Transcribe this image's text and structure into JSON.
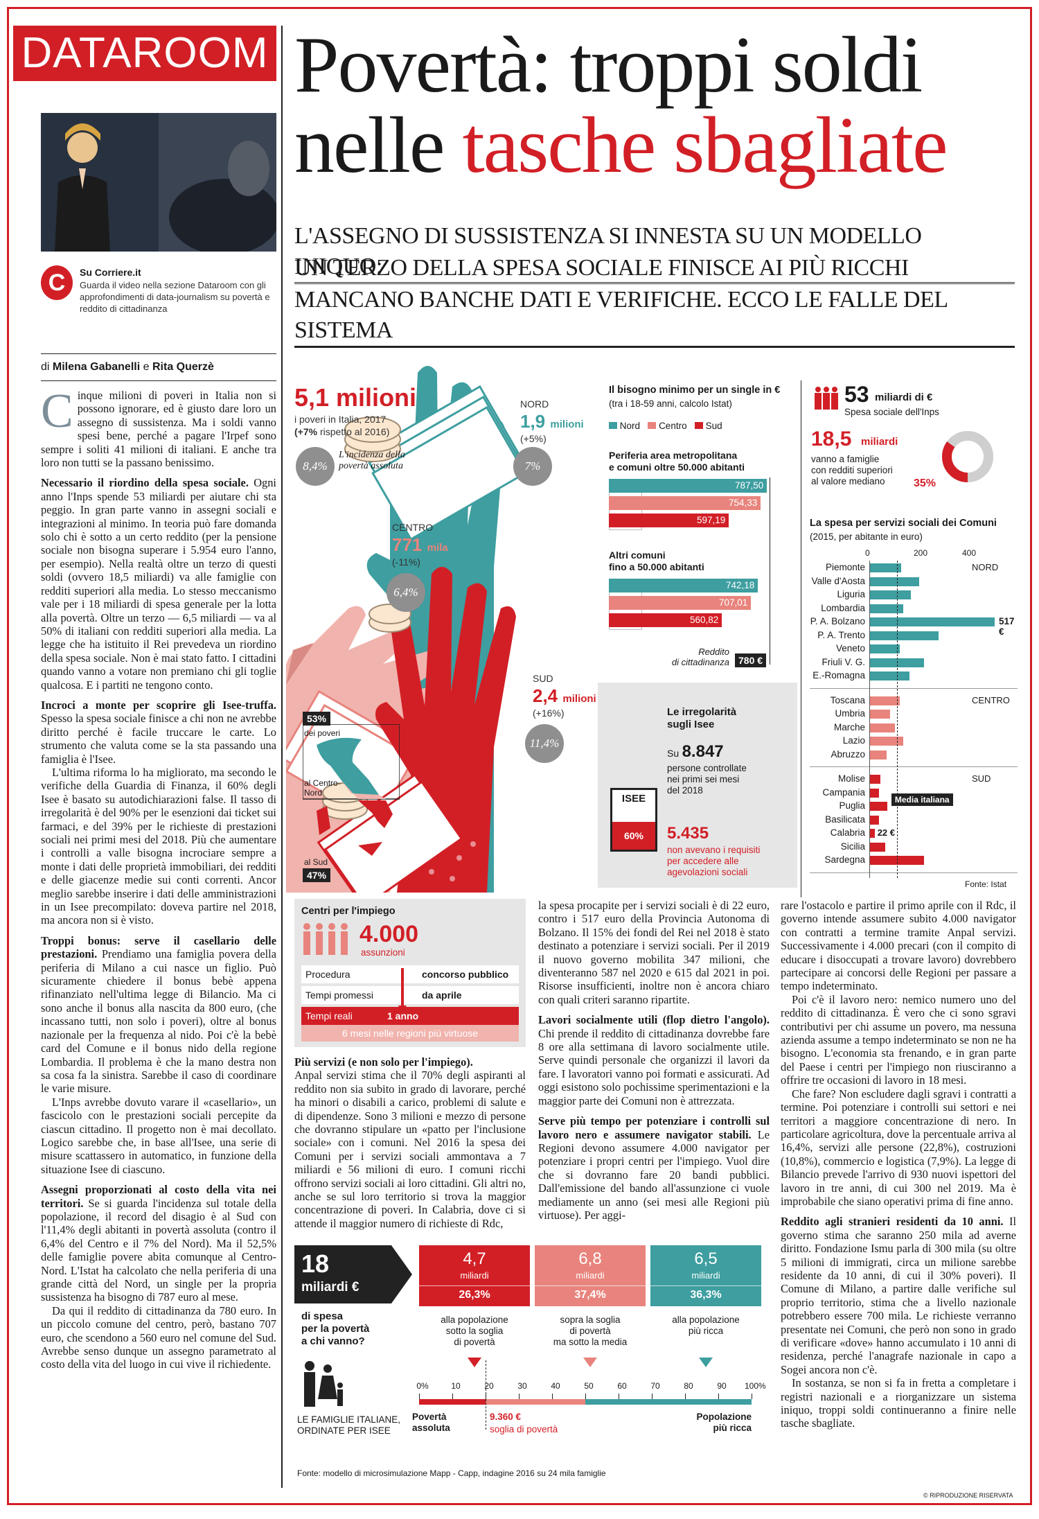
{
  "brand": {
    "section": "DATAROOM",
    "logo_letter": "C",
    "site_head": "Su Corriere.it",
    "site_text": "Guarda il video nella sezione Dataroom con gli approfondimenti di data-journalism su povertà e reddito di cittadinanza"
  },
  "byline": {
    "prefix": "di",
    "author1": "Milena Gabanelli",
    "joiner": "e",
    "author2": "Rita Querzè"
  },
  "headline": {
    "line1": "Povertà: troppi soldi",
    "line2_black": "nelle",
    "line2_red": "tasche sbagliate"
  },
  "deck": [
    "L'assegno di sussistenza si innesta su un modello iniquo:",
    "un terzo della spesa sociale finisce ai più ricchi",
    "Mancano banche dati e verifiche. Ecco le falle del sistema"
  ],
  "hands": {
    "total": {
      "value": "5,1 milioni",
      "line1": "i poveri in Italia, 2017",
      "line2_bold": "(+7%",
      "line2": "rispetto al 2016)",
      "pct": "8,4%",
      "pct_note": "L'incidenza della povertà assoluta"
    },
    "nord": {
      "label": "NORD",
      "value": "1,9",
      "unit": "milioni",
      "change": "(+5%)",
      "pct": "7%"
    },
    "centro": {
      "label": "CENTRO",
      "value": "771",
      "unit": "mila",
      "change": "(-11%)",
      "pct": "6,4%"
    },
    "sud": {
      "label": "SUD",
      "value": "2,4",
      "unit": "milioni",
      "change": "(+16%)",
      "pct": "11,4%"
    }
  },
  "map": {
    "pct_top": "53%",
    "top_l1": "dei poveri",
    "top_l2": "al Centro-",
    "top_l3": "Nord",
    "pct_bottom": "47%",
    "bottom_label": "al Sud"
  },
  "need": {
    "title": "Il bisogno minimo per un single in €",
    "subtitle": "(tra i 18-59 anni, calcolo Istat)",
    "legend": [
      "Nord",
      "Centro",
      "Sud"
    ],
    "group1": {
      "title_l1": "Periferia area metropolitana",
      "title_l2": "e comuni oltre 50.000 abitanti",
      "values": [
        "787,50",
        "754,33",
        "597,19"
      ]
    },
    "group2": {
      "title_l1": "Altri comuni",
      "title_l2": "fino a 50.000 abitanti",
      "values": [
        "742,18",
        "707,01",
        "560,82"
      ]
    },
    "rdc_l1": "Reddito",
    "rdc_l2": "di cittadinanza",
    "rdc_value": "780 €"
  },
  "colors": {
    "red": "#d21f26",
    "teal": "#3e9ea0",
    "pink": "#e8847d"
  },
  "spesa": {
    "value": "53",
    "unit": "miliardi di €",
    "sub": "Spesa sociale dell'Inps",
    "value2": "18,5",
    "unit2": "miliardi",
    "sub2_l1": "vanno a famiglie",
    "sub2_l2": "con redditi superiori",
    "sub2_l3": "al valore mediano",
    "pct": "35%",
    "pct_value": 35
  },
  "comuni": {
    "title": "La spesa per servizi sociali dei Comuni",
    "subtitle": "(2015, per abitante in euro)",
    "ticks": [
      "0",
      "200",
      "400"
    ],
    "xmax": 600,
    "groups": [
      {
        "name": "NORD",
        "color": "#3e9ea0",
        "rows": [
          [
            "Piemonte",
            130
          ],
          [
            "Valle d'Aosta",
            205
          ],
          [
            "Liguria",
            170
          ],
          [
            "Lombardia",
            140
          ],
          [
            "P. A. Bolzano",
            517
          ],
          [
            "P. A. Trento",
            285
          ],
          [
            "Veneto",
            125
          ],
          [
            "Friuli V. G.",
            225
          ],
          [
            "E.-Romagna",
            165
          ]
        ]
      },
      {
        "name": "CENTRO",
        "color": "#e8847d",
        "rows": [
          [
            "Toscana",
            125
          ],
          [
            "Umbria",
            85
          ],
          [
            "Marche",
            105
          ],
          [
            "Lazio",
            140
          ],
          [
            "Abruzzo",
            70
          ]
        ]
      },
      {
        "name": "SUD",
        "color": "#d21f26",
        "rows": [
          [
            "Molise",
            45
          ],
          [
            "Campania",
            40
          ],
          [
            "Puglia",
            75
          ],
          [
            "Basilicata",
            40
          ],
          [
            "Calabria",
            22
          ],
          [
            "Sicilia",
            65
          ],
          [
            "Sardegna",
            225
          ]
        ]
      }
    ],
    "bolzano_label": "517 €",
    "calabria_label": "22 €",
    "media_label": "Media italiana",
    "media_value": 114,
    "source": "Fonte: Istat"
  },
  "isee": {
    "title_l1": "Le irregolarità",
    "title_l2": "sugli Isee",
    "prefix": "Su",
    "checked": "8.847",
    "checked_l1": "persone controllate",
    "checked_l2": "nei primi sei mesi",
    "checked_l3": "del 2018",
    "card": "ISEE",
    "card_pct": "60%",
    "noreq": "5.435",
    "noreq_l1": "non avevano i requisiti",
    "noreq_l2": "per accedere alle",
    "noreq_l3": "agevolazioni sociali"
  },
  "centri": {
    "title": "Centri per l'impiego",
    "value": "4.000",
    "unit": "assunzioni",
    "rows": [
      [
        "Procedura",
        "concorso pubblico"
      ],
      [
        "Tempi promessi",
        "da aprile"
      ],
      [
        "Tempi reali",
        "1 anno"
      ]
    ],
    "extra": "6 mesi nelle regioni più virtuose"
  },
  "distribution": {
    "big": "18",
    "big_unit": "miliardi €",
    "q_l1": "di spesa",
    "q_l2": "per la povertà",
    "q_l3": "a chi vanno?",
    "cells": [
      {
        "value": "4,7",
        "unit": "miliardi",
        "pct": "26,3%",
        "desc_l1": "alla popolazione",
        "desc_l2": "sotto la soglia",
        "desc_l3": "di povertà"
      },
      {
        "value": "6,8",
        "unit": "miliardi",
        "pct": "37,4%",
        "desc_l1": "sopra la soglia",
        "desc_l2": "di povertà",
        "desc_l3": "ma sotto la media"
      },
      {
        "value": "6,5",
        "unit": "miliardi",
        "pct": "36,3%",
        "desc_l1": "alla popolazione",
        "desc_l2": "più ricca",
        "desc_l3": ""
      }
    ],
    "ticks": [
      "0%",
      "10",
      "20",
      "30",
      "40",
      "50",
      "60",
      "70",
      "80",
      "90",
      "100%"
    ],
    "families_l1": "LE FAMIGLIE ITALIANE,",
    "families_l2": "ORDINATE PER ISEE",
    "left_l1": "Povertà",
    "left_l2": "assoluta",
    "mid_value": "9.360 €",
    "mid_label": "soglia di povertà",
    "right_l1": "Popolazione",
    "right_l2": "più ricca",
    "source": "Fonte: modello di microsimulazione Mapp - Capp, indagine 2016 su 24 mila famiglie",
    "copyright": "© RIPRODUZIONE RISERVATA"
  },
  "body": {
    "p1": "inque milioni di poveri in Italia non si possono ignorare, ed è giusto dare loro un assegno di sussistenza. Ma i soldi vanno spesi bene, perché a pagare l'Irpef sono sempre i soliti 41 milioni di italiani. E anche tra loro non tutti se la passano benissimo.",
    "dropcap": "C",
    "h2": "Necessario il riordino della spesa sociale.",
    "p2": "Ogni anno l'Inps spende 53 miliardi per aiutare chi sta peggio. In gran parte vanno in assegni sociali e integrazioni al minimo. In teoria può fare domanda solo chi è sotto a un certo reddito (per la pensione sociale non bisogna superare i 5.954 euro l'anno, per esempio). Nella realtà oltre un terzo di questi soldi (ovvero 18,5 miliardi) va alle famiglie con redditi superiori alla media. Lo stesso meccanismo vale per i 18 miliardi di spesa generale per la lotta alla povertà. Oltre un terzo — 6,5 miliardi — va al 50% di italiani con redditi superiori alla media. La legge che ha istituito il Rei prevedeva un riordino della spesa sociale. Non è mai stato fatto. I cittadini quando vanno a votare non premiano chi gli toglie qualcosa. E i partiti ne tengono conto.",
    "h3": "Incroci a monte per scoprire gli Isee-truffa.",
    "p3": "Spesso la spesa sociale finisce a chi non ne avrebbe diritto perché è facile truccare le carte. Lo strumento che valuta come se la sta passando una famiglia è l'Isee.",
    "p4": "L'ultima riforma lo ha migliorato, ma secondo le verifiche della Guardia di Finanza, il 60% degli Isee è basato su autodichiarazioni false. Il tasso di irregolarità è del 90% per le esenzioni dai ticket sui farmaci, e del 39% per le richieste di prestazioni sociali nei primi mesi del 2018. Più che aumentare i controlli a valle bisogna incrociare sempre a monte i dati delle proprietà immobiliari, dei redditi e delle giacenze medie sui conti correnti. Ancor meglio sarebbe inserire i dati delle amministrazioni in un Isee precompilato: doveva partire nel 2018, ma ancora non si è visto.",
    "h4": "Troppi bonus: serve il casellario delle prestazioni.",
    "p5": "Prendiamo una famiglia povera della periferia di Milano a cui nasce un figlio. Può sicuramente chiedere il bonus bebè appena rifinanziato nell'ultima legge di Bilancio. Ma ci sono anche il bonus alla nascita da 800 euro, (che incassano tutti, non solo i poveri), oltre al bonus nazionale per la frequenza al nido. Poi c'è la bebè card del Comune e il bonus nido della regione Lombardia. Il problema è che la mano destra non sa cosa fa la sinistra. Sarebbe il caso di coordinare le varie misure.",
    "p6": "L'Inps avrebbe dovuto varare il «casellario», un fascicolo con le prestazioni sociali percepite da ciascun cittadino. Il progetto non è mai decollato. Logico sarebbe che, in base all'Isee, una serie di misure scattassero in automatico, in funzione della situazione Isee di ciascuno.",
    "h5": "Assegni proporzionati al costo della vita nei territori.",
    "p7": "Se si guarda l'incidenza sul totale della popolazione, il record del disagio è al Sud con l'11,4% degli abitanti in povertà assoluta (contro il 6,4% del Centro e il 7% del Nord). Ma il 52,5% delle famiglie povere abita comunque al Centro-Nord. L'Istat ha calcolato che nella periferia di una grande città del Nord, un single per la propria sussistenza ha bisogno di 787 euro al mese.",
    "p8": "Da qui il reddito di cittadinanza da 780 euro. In un piccolo comune del centro, però, bastano 707 euro, che scendono a 560 euro nel comune del Sud. Avrebbe senso dunque un assegno parametrato al costo della vita del luogo in cui vive il richiedente.",
    "h6": "Più servizi (e non solo per l'impiego).",
    "p9": "Anpal servizi stima che il 70% degli aspiranti al reddito non sia subito in grado di lavorare, perché ha minori o disabili a carico, problemi di salute e di dipendenze. Sono 3 milioni e mezzo di persone che dovranno stipulare un «patto per l'inclusione sociale» con i comuni. Nel 2016 la spesa dei Comuni per i servizi sociali ammontava a 7 miliardi e 56 milioni di euro. I comuni ricchi offrono servizi sociali ai loro cittadini. Gli altri no, anche se sul loro territorio si trova la maggior concentrazione di poveri. In Calabria, dove ci si attende il maggior numero di richieste di Rdc,",
    "p10": "la spesa procapite per i servizi sociali è di 22 euro, contro i 517 euro della Provincia Autonoma di Bolzano. Il 15% dei fondi del Rei nel 2018 è stato destinato a potenziare i servizi sociali. Per il 2019 il nuovo governo mobilita 347 milioni, che diventeranno 587 nel 2020 e 615 dal 2021 in poi. Risorse insufficienti, inoltre non è ancora chiaro con quali criteri saranno ripartite.",
    "h7": "Lavori socialmente utili (flop dietro l'angolo).",
    "p11": "Chi prende il reddito di cittadinanza dovrebbe fare 8 ore alla settimana di lavoro socialmente utile. Serve quindi personale che organizzi il lavori da fare. I lavoratori vanno poi formati e assicurati. Ad oggi esistono solo pochissime sperimentazioni e la maggior parte dei Comuni non è attrezzata.",
    "h8": "Serve più tempo per potenziare i controlli sul lavoro nero e assumere navigator stabili.",
    "p12": "Le Regioni devono assumere 4.000 navigator per potenziare i propri centri per l'impiego. Vuol dire che si dovranno fare 20 bandi pubblici. Dall'emissione del bando all'assunzione ci vuole mediamente un anno (sei mesi alle Regioni più virtuose). Per aggi-",
    "p13": "rare l'ostacolo e partire il primo aprile con il Rdc, il governo intende assumere subito 4.000 navigator con contratti a termine tramite Anpal servizi. Successivamente i 4.000 precari (con il compito di educare i disoccupati a trovare lavoro) dovrebbero partecipare ai concorsi delle Regioni per passare a tempo indeterminato.",
    "p14": "Poi c'è il lavoro nero: nemico numero uno del reddito di cittadinanza. È vero che ci sono sgravi contributivi per chi assume un povero, ma nessuna azienda assume a tempo indeterminato se non ne ha bisogno. L'economia sta frenando, e in gran parte del Paese i centri per l'impiego non riusciranno a offrire tre occasioni di lavoro in 18 mesi.",
    "p15": "Che fare? Non escludere dagli sgravi i contratti a termine. Poi potenziare i controlli sui settori e nei territori a maggiore concentrazione di nero. In particolare agricoltura, dove la percentuale arriva al 16,4%, servizi alle persone (22,8%), costruzioni (10,8%), commercio e logistica (7,9%). La legge di Bilancio prevede l'arrivo di 930 nuovi ispettori del lavoro in tre anni, di cui 300 nel 2019. Ma è improbabile che siano operativi prima di fine anno.",
    "h9": "Reddito agli stranieri residenti da 10 anni.",
    "p16": "Il governo stima che saranno 250 mila ad averne diritto. Fondazione Ismu parla di 300 mila (su oltre 5 milioni di immigrati, circa un milione sarebbe residente da 10 anni, di cui il 30% poveri). Il Comune di Milano, a partire dalle verifiche sul proprio territorio, stima che a livello nazionale potrebbero essere 700 mila. Le richieste verranno presentate nei Comuni, che però non sono in grado di verificare «dove» hanno accumulato i 10 anni di residenza, perché l'anagrafe nazionale in capo a Sogei ancora non c'è.",
    "p17": "In sostanza, se non si fa in fretta a completare i registri nazionali e a riorganizzare un sistema iniquo, troppi soldi continueranno a finire nelle tasche sbagliate."
  }
}
